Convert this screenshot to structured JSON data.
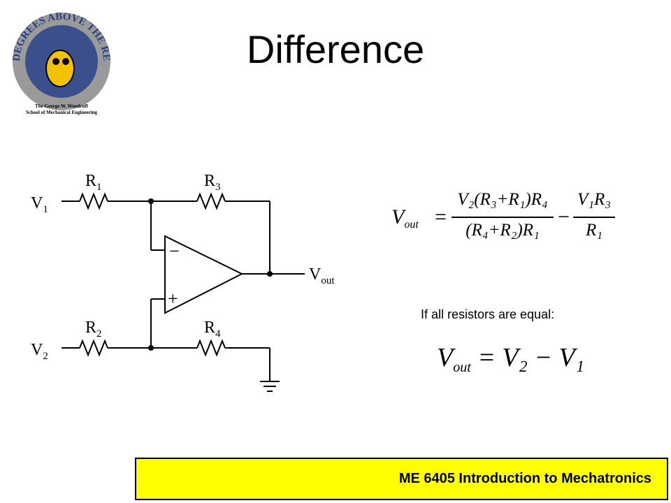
{
  "slide": {
    "title": "Difference",
    "note": "If all resistors are equal:",
    "footer": "ME 6405  Introduction to Mechatronics"
  },
  "logo": {
    "arc_text": "DEGREES ABOVE THE REST",
    "line1": "The George W. Woodruff",
    "line2": "School of Mechanical Engineering",
    "colors": {
      "ring": "#9a9a9a",
      "inner": "#3a4f8c",
      "accent": "#f2c200"
    }
  },
  "circuit": {
    "inputs": [
      {
        "sym": "V",
        "sub": "1"
      },
      {
        "sym": "V",
        "sub": "2"
      }
    ],
    "output": {
      "sym": "V",
      "sub": "out"
    },
    "resistors": [
      {
        "sym": "R",
        "sub": "1"
      },
      {
        "sym": "R",
        "sub": "3"
      },
      {
        "sym": "R",
        "sub": "2"
      },
      {
        "sym": "R",
        "sub": "4"
      }
    ],
    "opamp": {
      "minus": "−",
      "plus": "+"
    }
  },
  "equations": {
    "general": {
      "lhs": "V",
      "lhs_sub": "out",
      "eq": "=",
      "num": "V₂(R₃+R₁)R₄",
      "den": "(R₄+R₂)R₁",
      "minus": "−",
      "num2": "V₁R₃",
      "den2": "R₁"
    },
    "equal": {
      "lhs": "V",
      "lhs_sub": "out",
      "rhs": "= V₂ − V₁"
    }
  }
}
